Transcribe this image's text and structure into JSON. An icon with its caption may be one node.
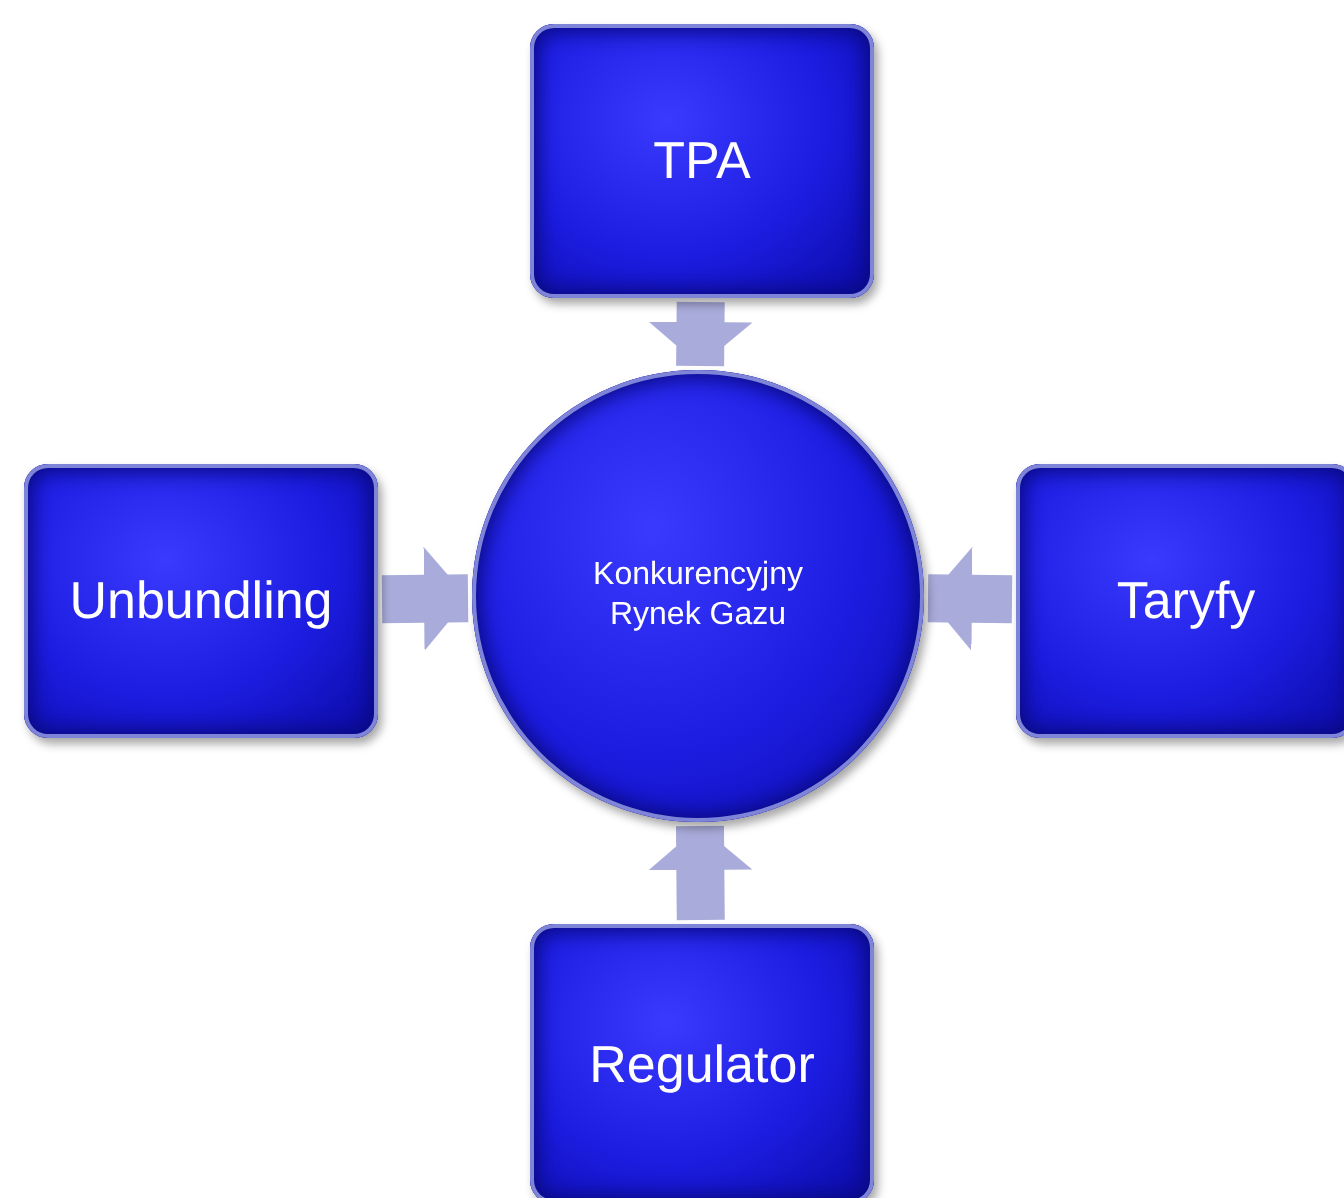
{
  "diagram": {
    "nodes": [
      {
        "text": [
          "Konkurencyjny Rynek Gazu"
        ]
      },
      {
        "text": [
          "TPA"
        ]
      },
      {
        "text": [
          "Unbundling"
        ]
      },
      {
        "text": [
          "Taryfy"
        ]
      },
      {
        "text": [
          "Regulator"
        ]
      }
    ],
    "edges": [
      {
        "from": 1,
        "to": 0,
        "arrow": "to"
      },
      {
        "from": 2,
        "to": 0,
        "arrow": "to"
      },
      {
        "from": 3,
        "to": 0,
        "arrow": "to"
      },
      {
        "from": 4,
        "to": 0,
        "arrow": "to"
      }
    ]
  }
}
